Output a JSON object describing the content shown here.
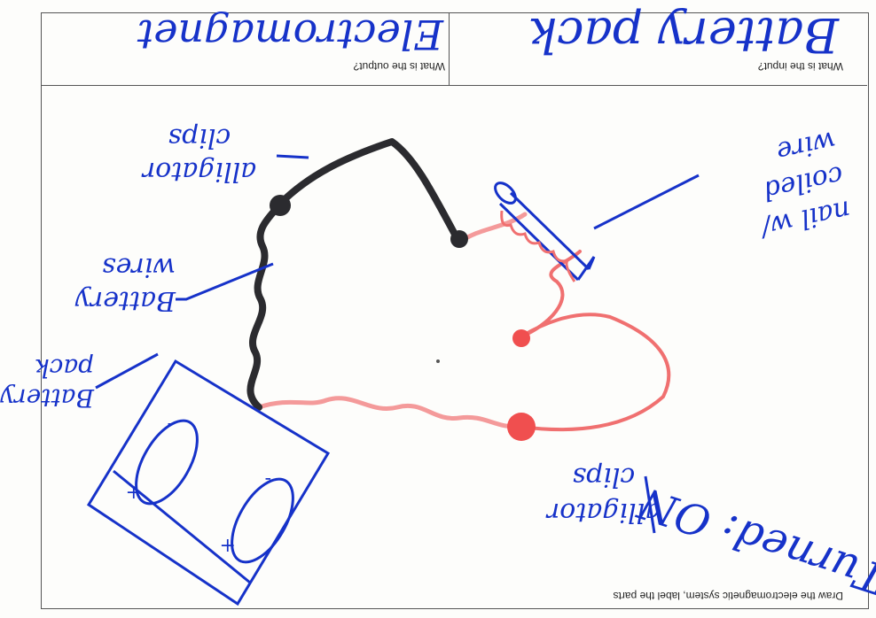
{
  "worksheet": {
    "input_question": "What is the input?",
    "output_question": "What is the output?",
    "draw_instruction": "Draw the electromagnetic system, label the parts"
  },
  "answers": {
    "input": "Battery pack",
    "output": "Electromagnet"
  },
  "labels": {
    "alligator_clips_top": "alligator clips",
    "battery_wires": "Battery wires",
    "nail_coiled_wire": "nail w/ coiled wire",
    "battery_pack": "Battery pack",
    "alligator_clips_bottom": "alligator clips",
    "status": "Turned: ON",
    "plus": "+",
    "minus": "-"
  },
  "colors": {
    "ink_blue": "#1632c9",
    "black_marker": "#2b2b2f",
    "red_marker": "#f04f4f",
    "sheet_lines": "#555555"
  }
}
